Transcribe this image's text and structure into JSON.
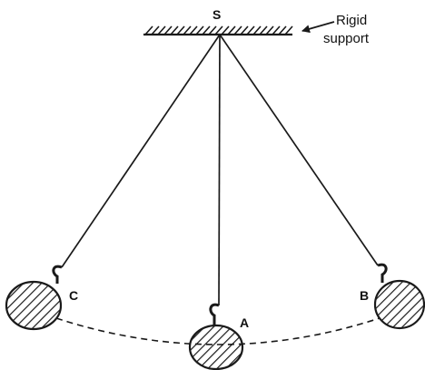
{
  "labels": {
    "suspension_point": "S",
    "support_line1": "Rigid",
    "support_line2": "support",
    "bob_a": "A",
    "bob_b": "B",
    "bob_c": "C"
  },
  "colors": {
    "ink": "#1a1a1a",
    "background": "#ffffff"
  }
}
